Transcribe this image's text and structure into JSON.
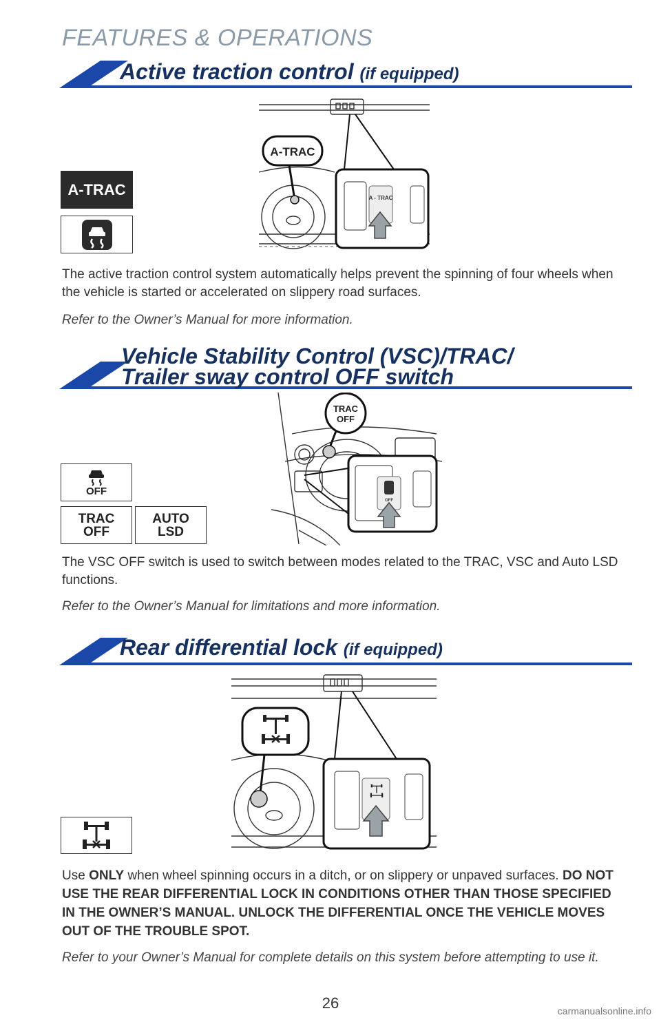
{
  "header": {
    "title": "FEATURES & OPERATIONS"
  },
  "sections": {
    "atrac": {
      "title_main": "Active traction control",
      "title_suffix": "(if equipped)",
      "icon_atrac_label": "A-TRAC",
      "callout_label": "A-TRAC",
      "button_label": "A - TRAC",
      "description": "The active traction control system automatically helps prevent the spinning of four wheels when the vehicle is started or accelerated on slippery road surfaces.",
      "note": "Refer to the Owner’s Manual for more information."
    },
    "vsc": {
      "title_line1": "Vehicle Stability Control (VSC)/TRAC/",
      "title_line2": "Trailer sway control OFF switch",
      "icon_vsc_off_label": "OFF",
      "icon_trac_off_line1": "TRAC",
      "icon_trac_off_line2": "OFF",
      "icon_auto_lsd_line1": "AUTO",
      "icon_auto_lsd_line2": "LSD",
      "callout_line1": "TRAC",
      "callout_line2": "OFF",
      "button_label": "OFF",
      "description": "The VSC OFF switch is used to switch between modes related to the TRAC, VSC and Auto LSD functions.",
      "note": "Refer to the Owner’s Manual for limitations and more information."
    },
    "rear_diff": {
      "title_main": "Rear differential lock",
      "title_suffix": "(if equipped)",
      "desc_use": "Use ",
      "desc_only": "ONLY",
      "desc_rest": " when wheel spinning occurs in a ditch, or on slippery or unpaved surfaces. ",
      "desc_warning": "DO NOT USE THE REAR DIFFERENTIAL LOCK IN CONDITIONS OTHER THAN THOSE SPECIFIED IN THE OWNER’S MANUAL. UNLOCK THE DIFFERENTIAL ONCE THE VEHICLE MOVES OUT OF THE TROUBLE SPOT.",
      "note": "Refer to your Owner’s Manual for complete details on this system before attempting to use it."
    }
  },
  "footer": {
    "page_number": "26",
    "watermark": "carmanualsonline.info"
  },
  "colors": {
    "accent_blue": "#1a47a8",
    "title_navy": "#16305f",
    "header_gray": "#8a9aa8",
    "arrow_gray": "#9aa3a8"
  }
}
